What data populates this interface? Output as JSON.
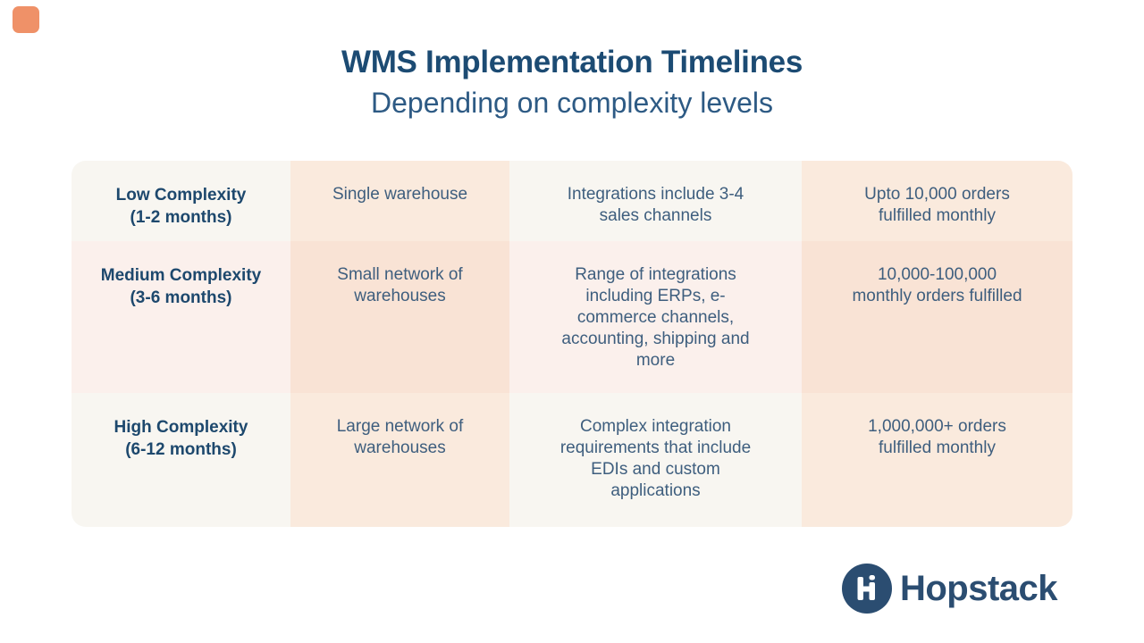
{
  "header": {
    "title": "WMS Implementation Timelines",
    "subtitle": "Depending on complexity levels"
  },
  "table": {
    "rows": [
      {
        "label": "Low Complexity",
        "duration": "(1-2 months)",
        "warehouse": "Single warehouse",
        "integrations": "Integrations include 3-4 sales channels",
        "orders": "Upto 10,000 orders fulfilled monthly"
      },
      {
        "label": "Medium Complexity",
        "duration": "(3-6 months)",
        "warehouse": "Small network of warehouses",
        "integrations": "Range of integrations including ERPs, e-commerce channels, accounting, shipping and more",
        "orders": "10,000-100,000 monthly orders fulfilled"
      },
      {
        "label": "High Complexity",
        "duration": "(6-12 months)",
        "warehouse": "Large network of warehouses",
        "integrations": "Complex integration requirements that include EDIs and custom applications",
        "orders": "1,000,000+ orders fulfilled monthly"
      }
    ]
  },
  "footer": {
    "brand_name": "Hopstack",
    "monogram": "Hi"
  },
  "colors": {
    "title_text": "#1c4b73",
    "subtitle_text": "#2d5a84",
    "row_heading_text": "#1d486d",
    "body_text": "#3e5e7e",
    "cell_offwhite": "#f8f6f1",
    "cell_peach_light": "#faeadd",
    "cell_pink_light": "#fbf0ec",
    "cell_peach_deep": "#f9e3d5",
    "corner_accent": "#ef9168",
    "brand_blue": "#2b4d71"
  },
  "chart_data": {
    "type": "table",
    "title": "WMS Implementation Timelines",
    "subtitle": "Depending on complexity levels",
    "rows": [
      [
        "Low Complexity (1-2 months)",
        "Single warehouse",
        "Integrations include 3-4 sales channels",
        "Upto 10,000 orders fulfilled monthly"
      ],
      [
        "Medium Complexity (3-6 months)",
        "Small network of warehouses",
        "Range of integrations including ERPs, e-commerce channels, accounting, shipping and more",
        "10,000-100,000 monthly orders fulfilled"
      ],
      [
        "High Complexity (6-12 months)",
        "Large network of warehouses",
        "Complex integration requirements that include EDIs and custom applications",
        "1,000,000+ orders fulfilled monthly"
      ]
    ],
    "legend_position": "none",
    "grid": false
  }
}
